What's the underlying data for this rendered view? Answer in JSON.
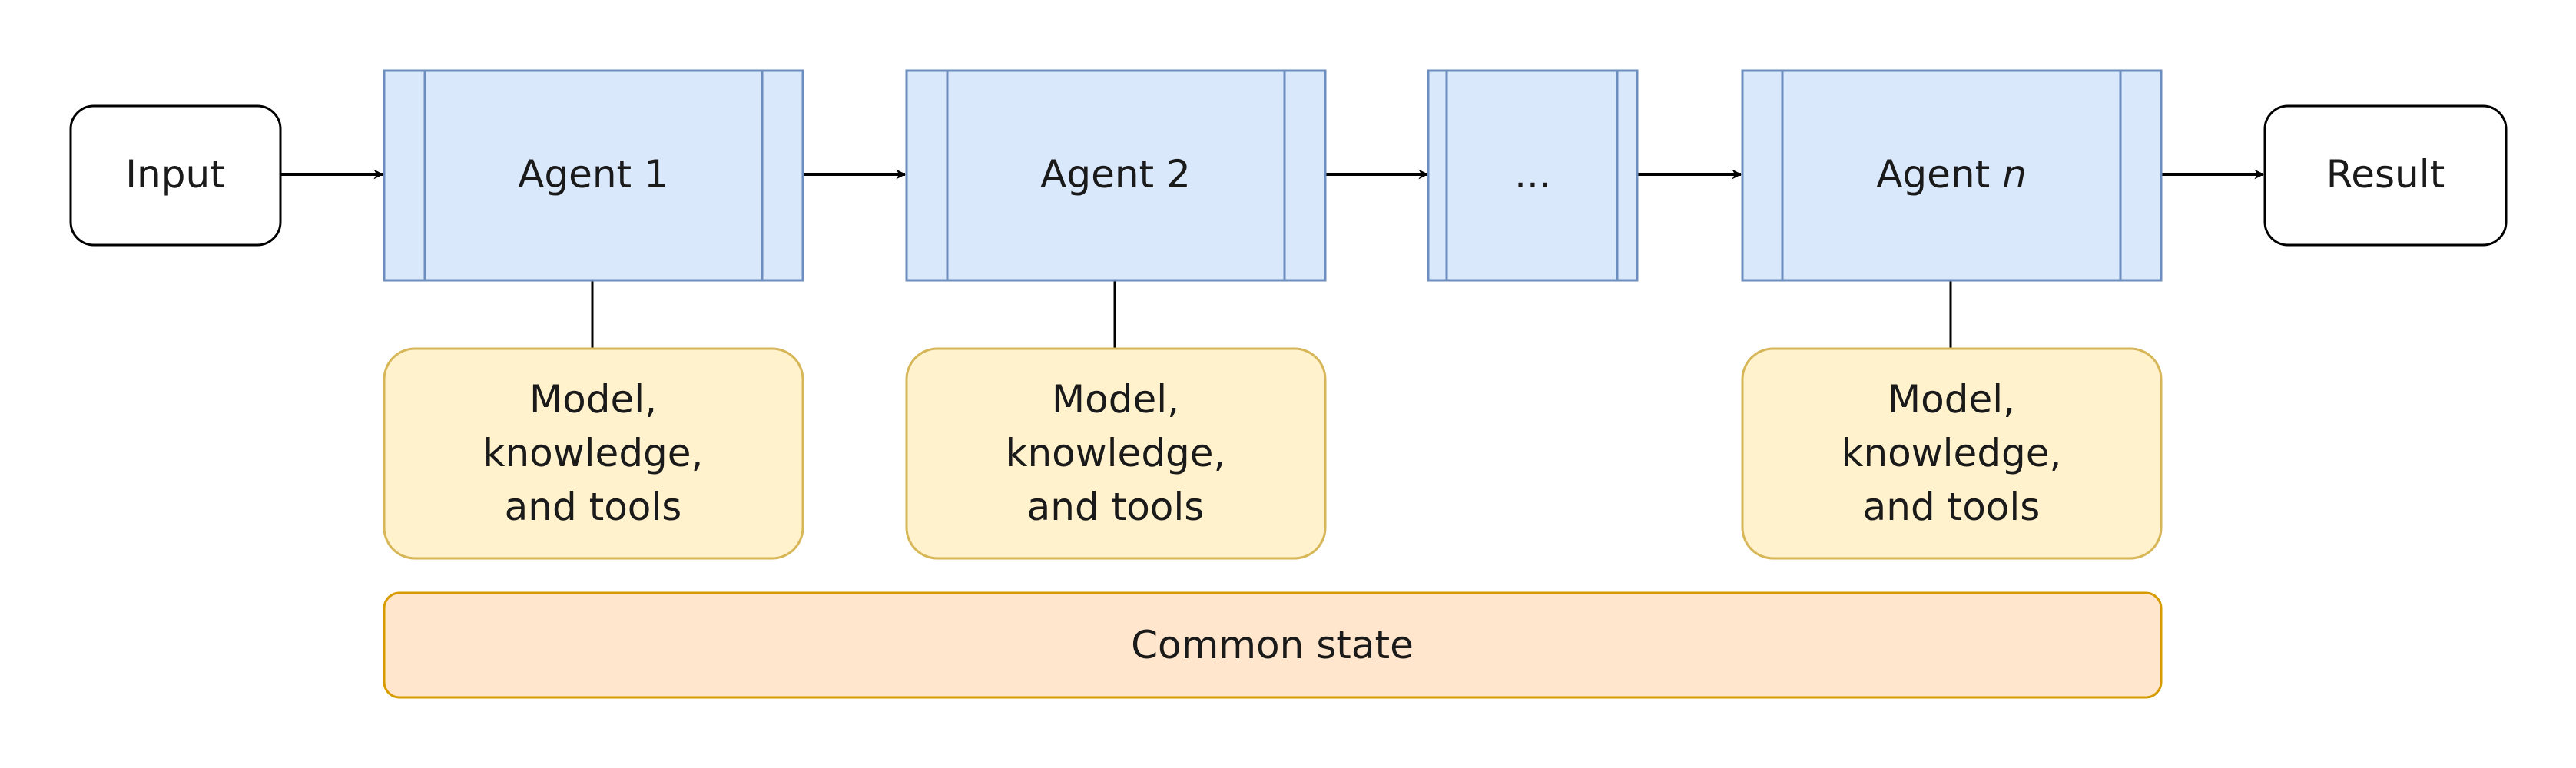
{
  "diagram": {
    "input_label": "Input",
    "result_label": "Result",
    "agents": [
      {
        "prefix": "Agent ",
        "suffix": "1"
      },
      {
        "prefix": "Agent ",
        "suffix": "2"
      },
      {
        "prefix": "",
        "suffix": "..."
      },
      {
        "prefix": "Agent ",
        "suffix": "n"
      }
    ],
    "resources": [
      [
        "Model,",
        "knowledge,",
        "and tools"
      ],
      [
        "Model,",
        "knowledge,",
        "and tools"
      ],
      [
        "Model,",
        "knowledge,",
        "and tools"
      ]
    ],
    "common_state_label": "Common state",
    "colors": {
      "agent_fill": "#dae8fc",
      "agent_stroke": "#6c8ebf",
      "resource_fill": "#fff2cc",
      "resource_stroke": "#d6b656",
      "state_fill": "#ffe6cc",
      "state_stroke": "#d79b00",
      "terminal_stroke": "#000000",
      "edge": "#000000"
    }
  }
}
